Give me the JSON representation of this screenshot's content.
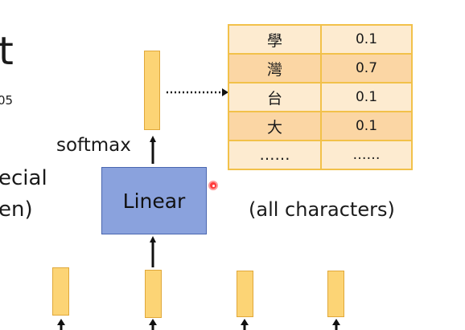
{
  "left_fragments": {
    "title_tail": "t",
    "subscript_tail": "05",
    "line1_tail": "ecial",
    "line2_tail": "en)"
  },
  "softmax_label": "softmax",
  "linear_label": "Linear",
  "distribution_table": {
    "rows": [
      {
        "char": "學",
        "prob": "0.1"
      },
      {
        "char": "灣",
        "prob": "0.7"
      },
      {
        "char": "台",
        "prob": "0.1"
      },
      {
        "char": "大",
        "prob": "0.1"
      },
      {
        "char": "……",
        "prob": "……"
      }
    ],
    "caption": "(all characters)"
  },
  "colors": {
    "vector_fill": "#fcd475",
    "linear_fill": "#8aa2dd",
    "table_border": "#f2c14a",
    "cursor": "#ff3b3b"
  }
}
